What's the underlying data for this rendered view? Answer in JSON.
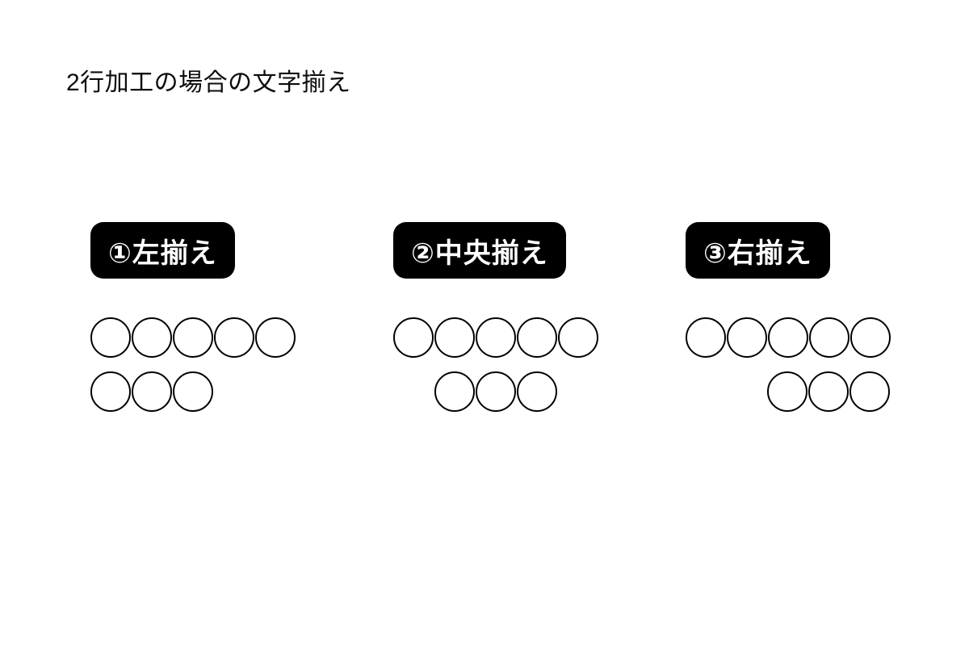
{
  "slide": {
    "title": "2行加工の場合の文字揃え",
    "background_color": "#ffffff",
    "text_color": "#0d0d0d",
    "accent_color": "#000000",
    "pill_text_color": "#ffffff"
  },
  "groups": [
    {
      "id": "left-align",
      "label": "①左揃え",
      "number_marker": "①",
      "alignment": "left",
      "rows": [
        {
          "count": 5,
          "align": "start"
        },
        {
          "count": 3,
          "align": "start"
        }
      ]
    },
    {
      "id": "center-align",
      "label": "②中央揃え",
      "number_marker": "②",
      "alignment": "center",
      "rows": [
        {
          "count": 5,
          "align": "start"
        },
        {
          "count": 3,
          "align": "center"
        }
      ]
    },
    {
      "id": "right-align",
      "label": "③右揃え",
      "number_marker": "③",
      "alignment": "right",
      "rows": [
        {
          "count": 5,
          "align": "start"
        },
        {
          "count": 3,
          "align": "end"
        }
      ]
    }
  ]
}
